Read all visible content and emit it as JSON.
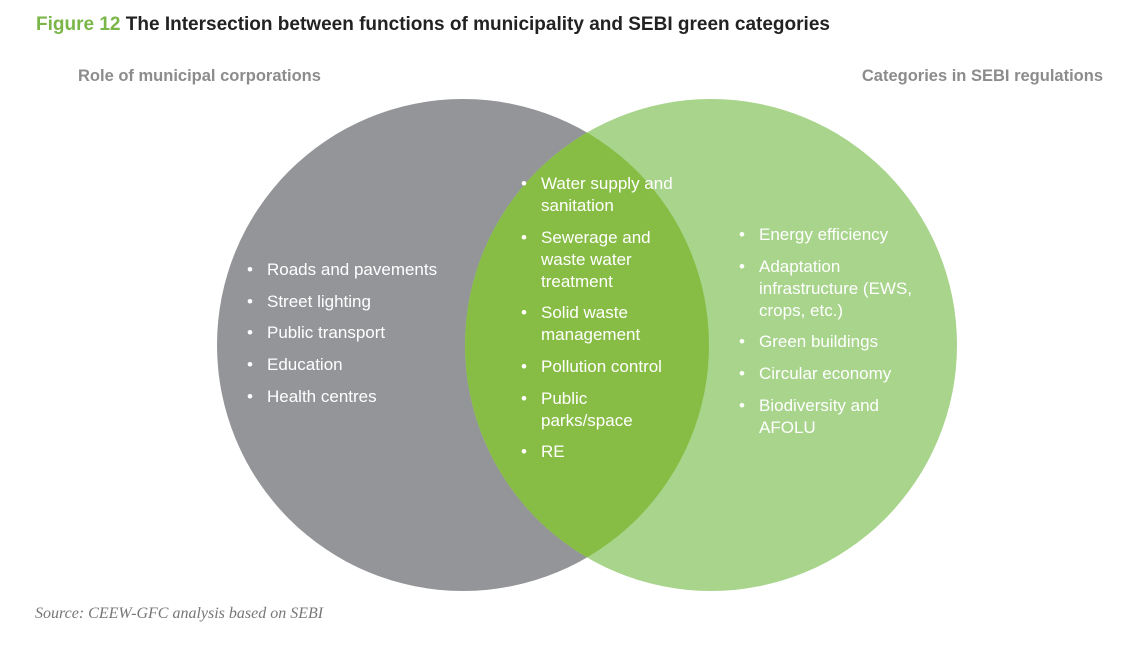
{
  "figure": {
    "label": "Figure 12",
    "title": "The Intersection between functions of municipality and SEBI green categories"
  },
  "sets": {
    "left": {
      "heading": "Role of municipal corporations",
      "color": "#939598",
      "items": [
        "Roads and pavements",
        "Street lighting",
        "Public transport",
        "Education",
        "Health centres"
      ]
    },
    "right": {
      "heading": "Categories in SEBI regulations",
      "color": "#a8d48c",
      "items": [
        "Energy efficiency",
        "Adaptation infrastructure (EWS, crops, etc.)",
        "Green buildings",
        "Circular economy",
        "Biodiversity  and AFOLU"
      ]
    },
    "intersection": {
      "color": "#88bd45",
      "items": [
        "Water supply and sanitation",
        "Sewerage and waste water treatment",
        "Solid waste management",
        "Pollution control",
        "Public parks/space",
        "RE"
      ]
    }
  },
  "source": "Source: CEEW-GFC analysis based on SEBI"
}
